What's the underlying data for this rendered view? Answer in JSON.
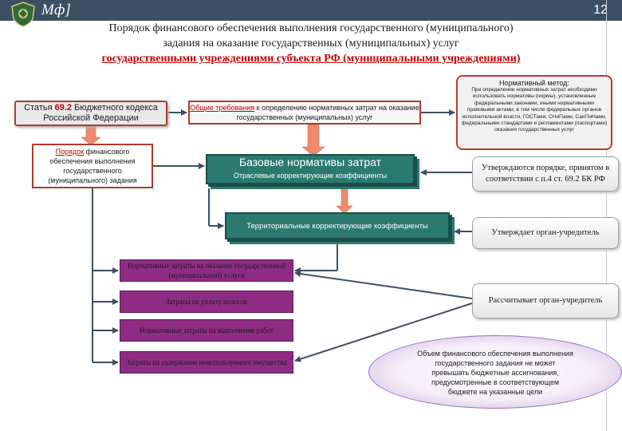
{
  "header": {
    "logo_text": "Мф]",
    "page_number": "12"
  },
  "title": {
    "line1": "Порядок финансового обеспечения выполнения государственного (муниципального)",
    "line2": "задания на оказание государственных (муниципальных) услуг",
    "line3": "государственными учреждениями субъекта РФ (муниципальными учреждениями)"
  },
  "article": {
    "prefix": "Статья ",
    "number": "69.2",
    "suffix": " Бюджетного кодекса Российской Федерации"
  },
  "requirements": {
    "underlined": "Общие требования",
    "rest": " к определению нормативных затрат на оказание государственных (муниципальных) услуг"
  },
  "order": {
    "underlined": "Порядок",
    "rest": " финансового обеспечения выполнения государственного (муниципального) задания"
  },
  "method": {
    "title": "Нормативный метод:",
    "body": "При определении нормативных затрат необходимо использовать нормативы (нормы), установленные федеральными законами, иными нормативными правовыми актами, в том числе федеральных органов исполнительной власти, ГОСТами, СНиПами, СанПиНами, федеральными стандартами и регламентами (паспортами) оказания государственных услуг"
  },
  "base": {
    "title": "Базовые нормативы затрат",
    "subtitle": "Отраслевые корректирующие коэффициенты"
  },
  "territorial": "Территориальные корректирующие коэффициенты",
  "right_boxes": {
    "r1": "Утверждаются порядке, принятом в соответствии с п.4 ст. 69.2 БК РФ",
    "r2": "Утверждает орган-учредитель",
    "r3": "Рассчитывает орган-учредитель"
  },
  "purple_boxes": {
    "p1": "Нормативные затраты на оказание государственной (муниципальной) услуги",
    "p2": "Затраты на уплату налогов",
    "p3": "Нормативные затраты на выполнение работ",
    "p4": "Затраты на содержание неиспользуемого имущества"
  },
  "ellipse": "Объем финансового обеспечения выполнения государственного задания не может превышать бюджетные ассигнования, предусмотренные в соответствующем бюджете на указанные цели",
  "colors": {
    "header_bg": "#3d4f63",
    "accent_red": "#c00000",
    "green": "#2b7a70",
    "purple": "#8e2c83",
    "arrow_orange": "#f08a6c"
  }
}
